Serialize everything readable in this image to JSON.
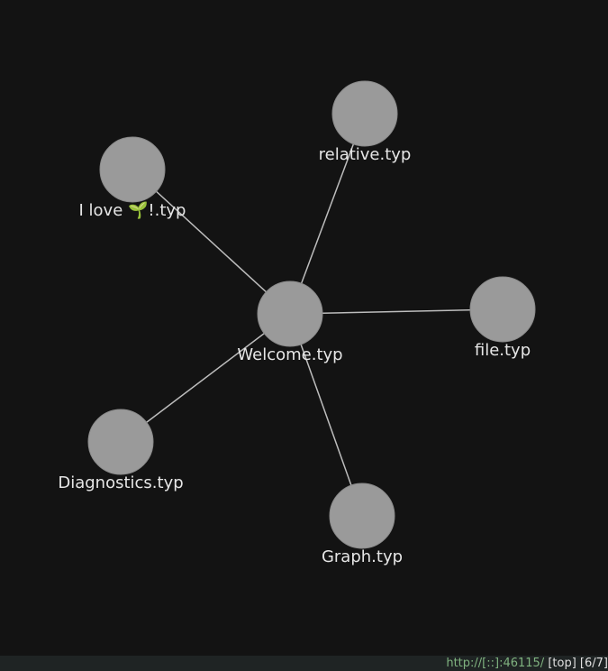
{
  "graph": {
    "nodes": [
      {
        "id": "welcome",
        "label": "Welcome.typ"
      },
      {
        "id": "relative",
        "label": "relative.typ"
      },
      {
        "id": "ilove",
        "label": "I love 🌱!.typ"
      },
      {
        "id": "file",
        "label": "file.typ"
      },
      {
        "id": "diagnostics",
        "label": "Diagnostics.typ"
      },
      {
        "id": "graph",
        "label": "Graph.typ"
      }
    ],
    "edges": [
      {
        "from": "welcome",
        "to": "relative"
      },
      {
        "from": "welcome",
        "to": "ilove"
      },
      {
        "from": "welcome",
        "to": "file"
      },
      {
        "from": "welcome",
        "to": "diagnostics"
      },
      {
        "from": "welcome",
        "to": "graph"
      }
    ]
  },
  "colors": {
    "background": "#131313",
    "node_fill": "#9a9a9a",
    "edge": "#bdbdbd",
    "label": "#e6e6e6",
    "status_url": "#7fb27f"
  },
  "status_bar": {
    "url": "http://[::]:46115/",
    "scroll": "[top]",
    "position": "[6/7]"
  }
}
